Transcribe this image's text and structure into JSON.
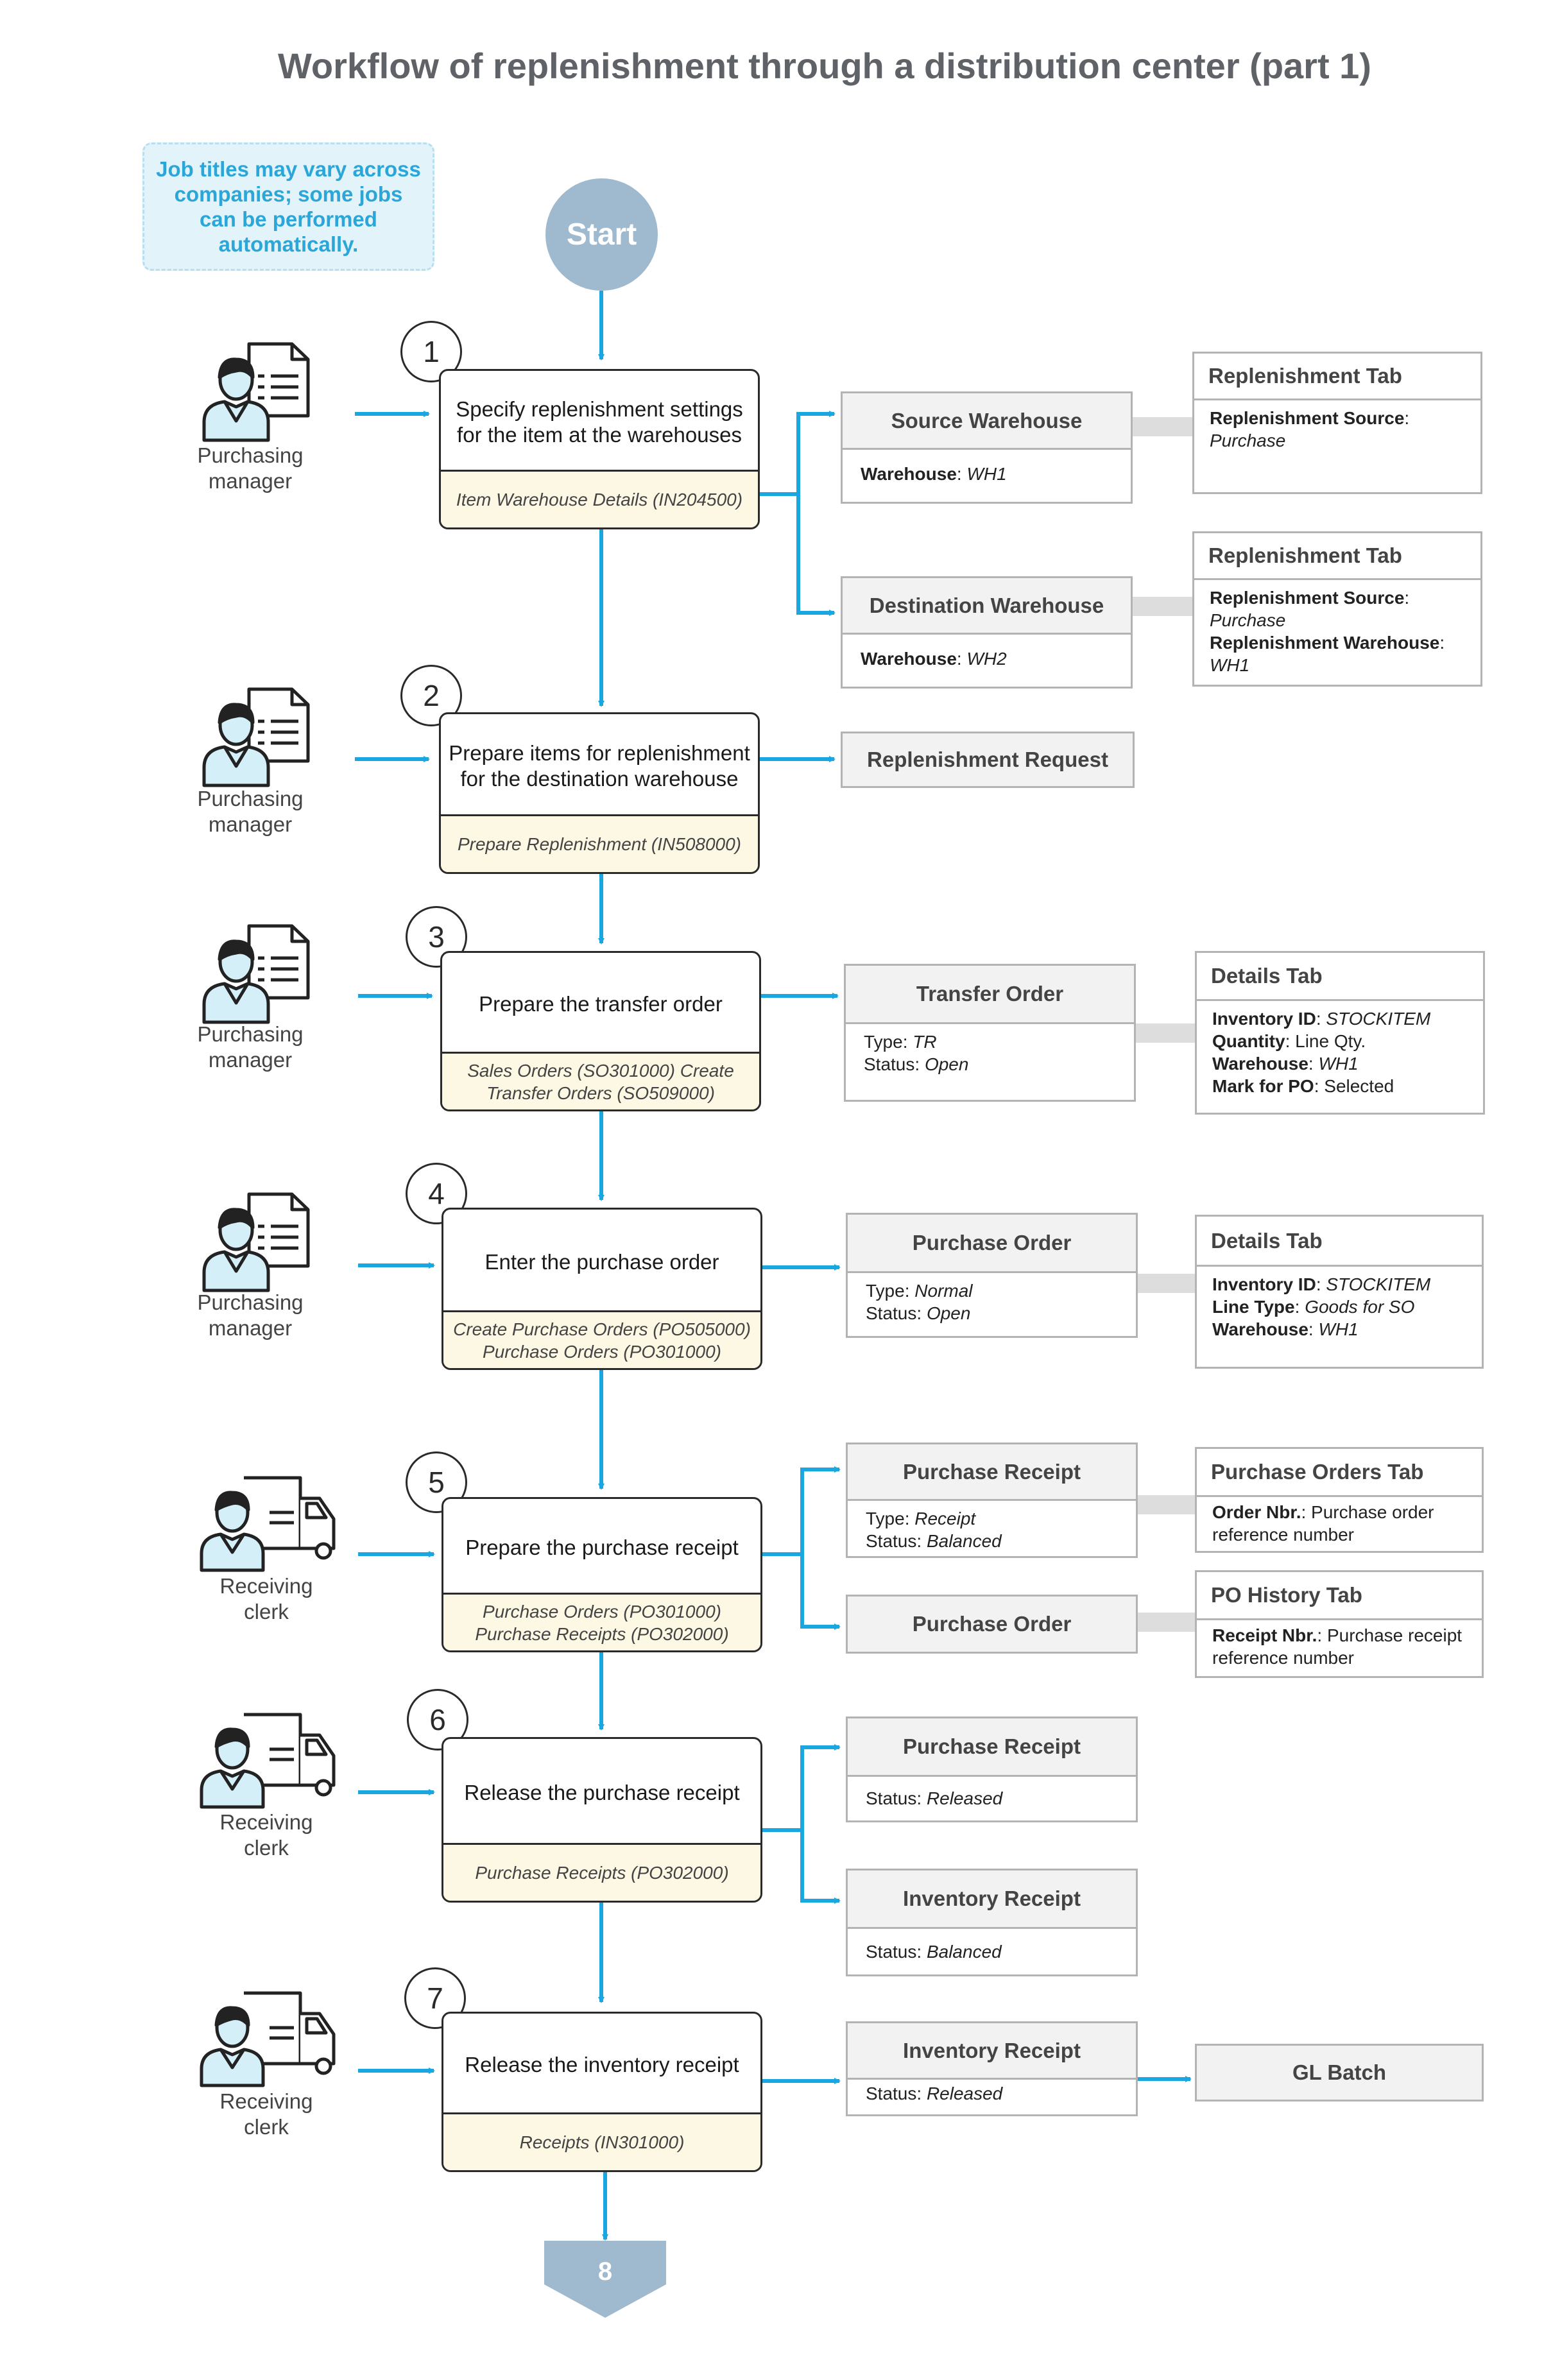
{
  "title": "Workflow of replenishment through a distribution center (part 1)",
  "note": "Job titles may vary across companies; some jobs can be performed automatically.",
  "start_label": "Start",
  "end_label": "8",
  "colors": {
    "arrow": "#1aa7e0",
    "connector_gray": "#dddddd",
    "start_fill": "#9fb9ce",
    "form_fill": "#fdf8e4"
  },
  "steps": [
    {
      "num": "1",
      "role": "Purchasing manager",
      "icon": "purchasing-manager-icon",
      "action": "Specify replenishment settings for the item at the warehouses",
      "forms": "Item Warehouse Details (IN204500)"
    },
    {
      "num": "2",
      "role": "Purchasing manager",
      "icon": "purchasing-manager-icon",
      "action": "Prepare items for replenishment for the destination warehouse",
      "forms": "Prepare Replenishment (IN508000)"
    },
    {
      "num": "3",
      "role": "Purchasing manager",
      "icon": "purchasing-manager-icon",
      "action": "Prepare the transfer order",
      "forms": "Sales Orders (SO301000) Create Transfer Orders (SO509000)"
    },
    {
      "num": "4",
      "role": "Purchasing manager",
      "icon": "purchasing-manager-icon",
      "action": "Enter the purchase order",
      "forms": "Create Purchase Orders (PO505000) Purchase Orders (PO301000)"
    },
    {
      "num": "5",
      "role": "Receiving clerk",
      "icon": "receiving-clerk-icon",
      "action": "Prepare the purchase receipt",
      "forms": "Purchase Orders (PO301000) Purchase Receipts (PO302000)"
    },
    {
      "num": "6",
      "role": "Receiving clerk",
      "icon": "receiving-clerk-icon",
      "action": "Release the purchase receipt",
      "forms": "Purchase Receipts (PO302000)"
    },
    {
      "num": "7",
      "role": "Receiving clerk",
      "icon": "receiving-clerk-icon",
      "action": "Release the inventory receipt",
      "forms": "Receipts (IN301000)"
    }
  ],
  "docs": {
    "source_wh": {
      "title": "Source Warehouse",
      "l1_key": "Warehouse",
      "l1_val": "WH1"
    },
    "dest_wh": {
      "title": "Destination Warehouse",
      "l1_key": "Warehouse",
      "l1_val": "WH2"
    },
    "repl_request": {
      "title": "Replenishment Request"
    },
    "transfer_order": {
      "title": "Transfer Order",
      "l1_key": "Type:",
      "l1_val": "TR",
      "l2_key": "Status:",
      "l2_val": "Open"
    },
    "purchase_order_4": {
      "title": "Purchase Order",
      "l1_key": "Type:",
      "l1_val": "Normal",
      "l2_key": "Status:",
      "l2_val": "Open"
    },
    "purchase_receipt_5": {
      "title": "Purchase Receipt",
      "l1_key": "Type:",
      "l1_val": "Receipt",
      "l2_key": "Status:",
      "l2_val": "Balanced"
    },
    "purchase_order_5": {
      "title": "Purchase Order"
    },
    "purchase_receipt_6": {
      "title": "Purchase Receipt",
      "l1_key": "Status:",
      "l1_val": "Released"
    },
    "inventory_receipt_6": {
      "title": "Inventory Receipt",
      "l1_key": "Status:",
      "l1_val": "Balanced"
    },
    "inventory_receipt_7": {
      "title": "Inventory Receipt",
      "l1_key": "Status:",
      "l1_val": "Released"
    },
    "gl_batch": {
      "title": "GL Batch"
    }
  },
  "tabs": {
    "repl_tab_1": {
      "title": "Replenishment Tab",
      "k1": "Replenishment Source",
      "v1": "Purchase"
    },
    "repl_tab_2": {
      "title": "Replenishment Tab",
      "k1": "Replenishment Source",
      "v1": "Purchase",
      "k2": "Replenishment Warehouse",
      "v2": "WH1"
    },
    "details_tab_3": {
      "title": "Details Tab",
      "k1": "Inventory ID",
      "v1": "STOCKITEM",
      "k2": "Quantity",
      "v2": "Line Qty.",
      "k3": "Warehouse",
      "v3": "WH1",
      "k4": "Mark for PO",
      "v4": "Selected"
    },
    "details_tab_4": {
      "title": "Details Tab",
      "k1": "Inventory ID",
      "v1": "STOCKITEM",
      "k2": "Line Type",
      "v2": "Goods for SO",
      "k3": "Warehouse",
      "v3": "WH1"
    },
    "po_tab_5": {
      "title": "Purchase Orders Tab",
      "k1": "Order Nbr.",
      "v1": "Purchase order reference number"
    },
    "po_history_tab_5": {
      "title": "PO History Tab",
      "k1": "Receipt Nbr.",
      "v1": "Purchase receipt reference number"
    }
  }
}
